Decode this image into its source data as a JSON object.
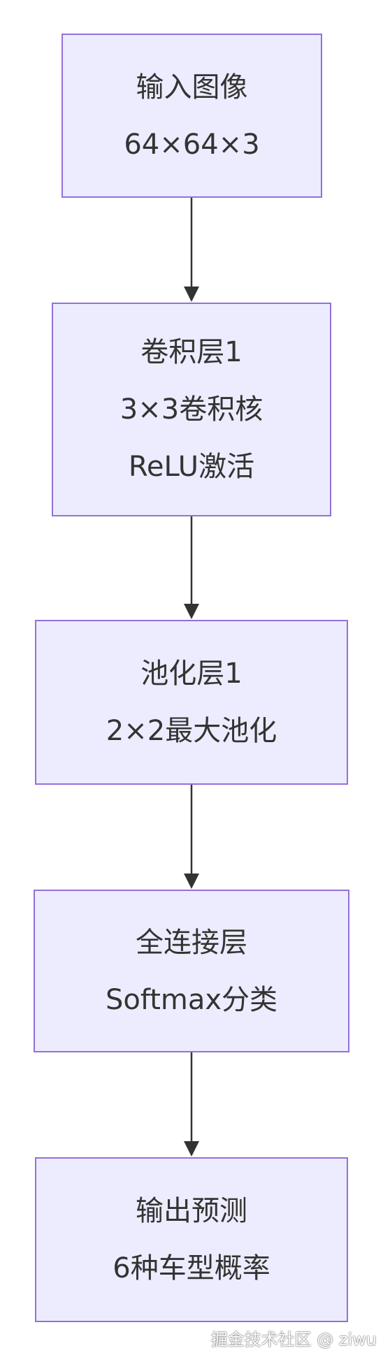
{
  "nodes": {
    "input": {
      "lines": [
        "输入图像",
        "64×64×3"
      ]
    },
    "conv": {
      "lines": [
        "卷积层1",
        "3×3卷积核",
        "ReLU激活"
      ]
    },
    "pool": {
      "lines": [
        "池化层1",
        "2×2最大池化"
      ]
    },
    "fc": {
      "lines": [
        "全连接层",
        "Softmax分类"
      ]
    },
    "output": {
      "lines": [
        "输出预测",
        "6种车型概率"
      ]
    }
  },
  "watermark": "掘金技术社区 @ ziwu",
  "colors": {
    "node_fill": "#ececfe",
    "node_border": "#9370db",
    "edge": "#333333",
    "text": "#333333"
  }
}
